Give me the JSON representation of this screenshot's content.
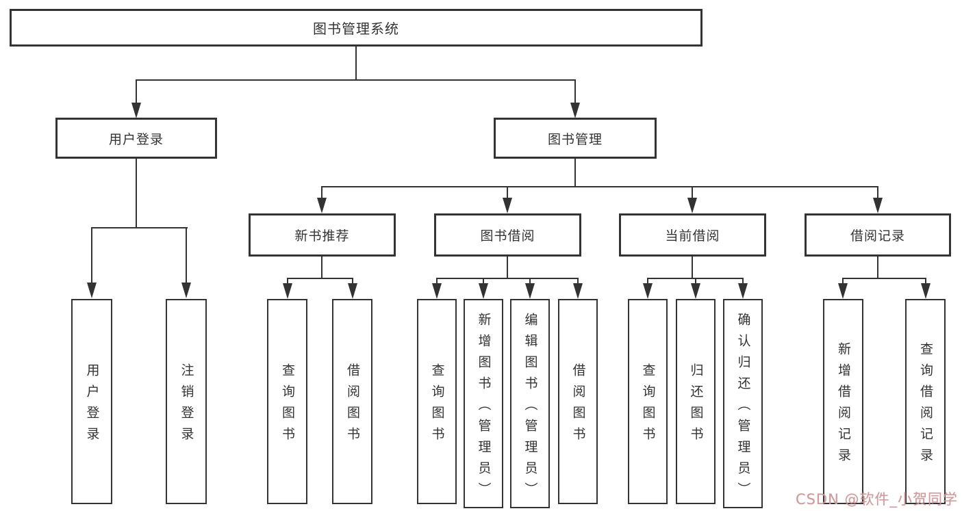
{
  "diagram": {
    "root": {
      "label": "图书管理系统"
    },
    "branches": [
      {
        "label": "用户登录",
        "children": [
          {
            "label": "用户登录"
          },
          {
            "label": "注销登录"
          }
        ]
      },
      {
        "label": "图书管理",
        "children": [
          {
            "label": "新书推荐",
            "children": [
              {
                "label": "查询图书"
              },
              {
                "label": "借阅图书"
              }
            ]
          },
          {
            "label": "图书借阅",
            "children": [
              {
                "label": "查询图书"
              },
              {
                "label": "新增图书（管理员）"
              },
              {
                "label": "编辑图书（管理员）"
              },
              {
                "label": "借阅图书"
              }
            ]
          },
          {
            "label": "当前借阅",
            "children": [
              {
                "label": "查询图书"
              },
              {
                "label": "归还图书"
              },
              {
                "label": "确认归还（管理员）"
              }
            ]
          },
          {
            "label": "借阅记录",
            "children": [
              {
                "label": "新增借阅记录"
              },
              {
                "label": "查询借阅记录"
              }
            ]
          }
        ]
      }
    ]
  },
  "watermark": {
    "text": "CSDN @软件_小贺同学",
    "color": "#d59494"
  },
  "colors": {
    "line": "#333333",
    "box_border": "#333333",
    "text": "#333333",
    "background": "#ffffff"
  }
}
